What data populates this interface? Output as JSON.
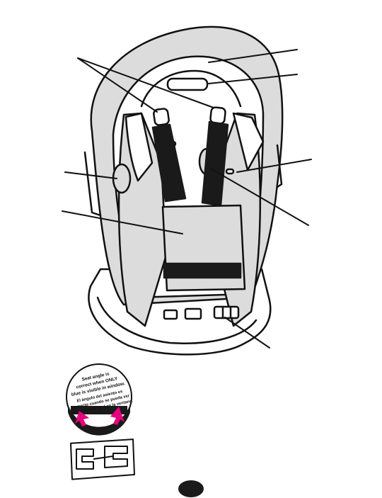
{
  "indicator": {
    "english_lines": [
      "Seat angle is",
      "correct when ONLY",
      "blue is visible in window."
    ],
    "spanish_lines": [
      "El ángulo del asiento es",
      "correcto cuando se pueda ver",
      "SOLAMENTE azul en la ventana."
    ],
    "arrow_color": "#e6007e"
  },
  "colors": {
    "line": "#111111",
    "strap": "#1a1a1a",
    "seat_gray": "#dcdcdc",
    "fill": "#ffffff"
  },
  "icons": [
    "car-seat-illustration",
    "retainer-clip-icon",
    "page-number-oval"
  ]
}
